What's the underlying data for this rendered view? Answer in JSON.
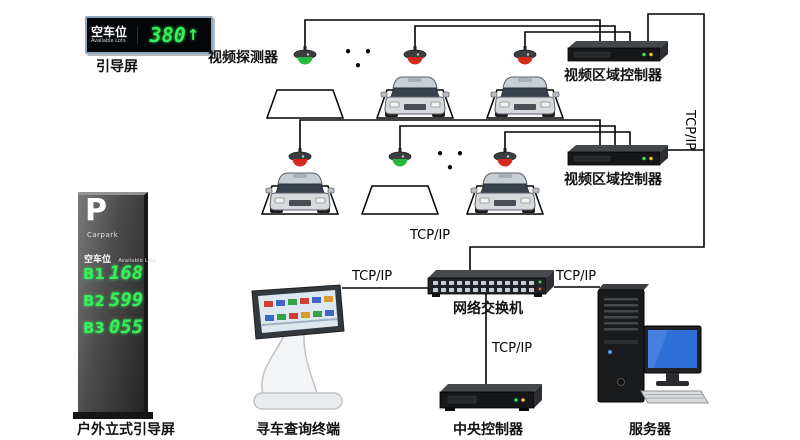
{
  "entrance_display": {
    "title": "空车位",
    "subtitle": "Available Lots",
    "value": "380",
    "arrow": "↑",
    "label": "引导屏"
  },
  "detector_label": "视频探测器",
  "dots": "• • •",
  "video_controller_1": {
    "label": "视频区域控制器"
  },
  "video_controller_2": {
    "label": "视频区域控制器"
  },
  "tcpip": "TCP/IP",
  "network_switch": {
    "label": "网络交换机"
  },
  "pillar_display": {
    "letter": "P",
    "name": "Carpark",
    "title": "空车位",
    "subtitle": "Available Lots",
    "rows": [
      {
        "zone": "B1",
        "count": "168"
      },
      {
        "zone": "B2",
        "count": "599"
      },
      {
        "zone": "B3",
        "count": "055"
      }
    ],
    "label": "户外立式引导屏"
  },
  "kiosk": {
    "label": "寻车查询终端"
  },
  "central_controller": {
    "label": "中央控制器"
  },
  "server": {
    "label": "服务器"
  },
  "colors": {
    "led_green": "#35f05a",
    "camera_green": "#28b842",
    "camera_red": "#d42a1e",
    "line_black": "#000000"
  }
}
